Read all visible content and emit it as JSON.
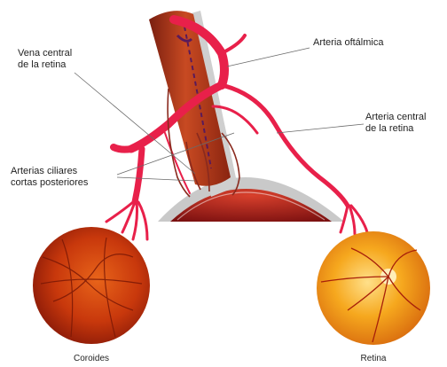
{
  "labels": {
    "arteria_oftalmica": "Arteria oftálmica",
    "vena_central_line1": "Vena central",
    "vena_central_line2": "de la retina",
    "arteria_central_line1": "Arteria central",
    "arteria_central_line2": "de la retina",
    "ciliares_line1": "Arterias ciliares",
    "ciliares_line2": "cortas posteriores"
  },
  "captions": {
    "coroides": "Coroides",
    "retina": "Retina"
  },
  "colors": {
    "artery": "#e8204a",
    "vein": "#8a2a1e",
    "optic_nerve": "#b83a18",
    "globe": "#b01e1e",
    "choroid": "#c8380c",
    "retina": "#f4a21a"
  }
}
